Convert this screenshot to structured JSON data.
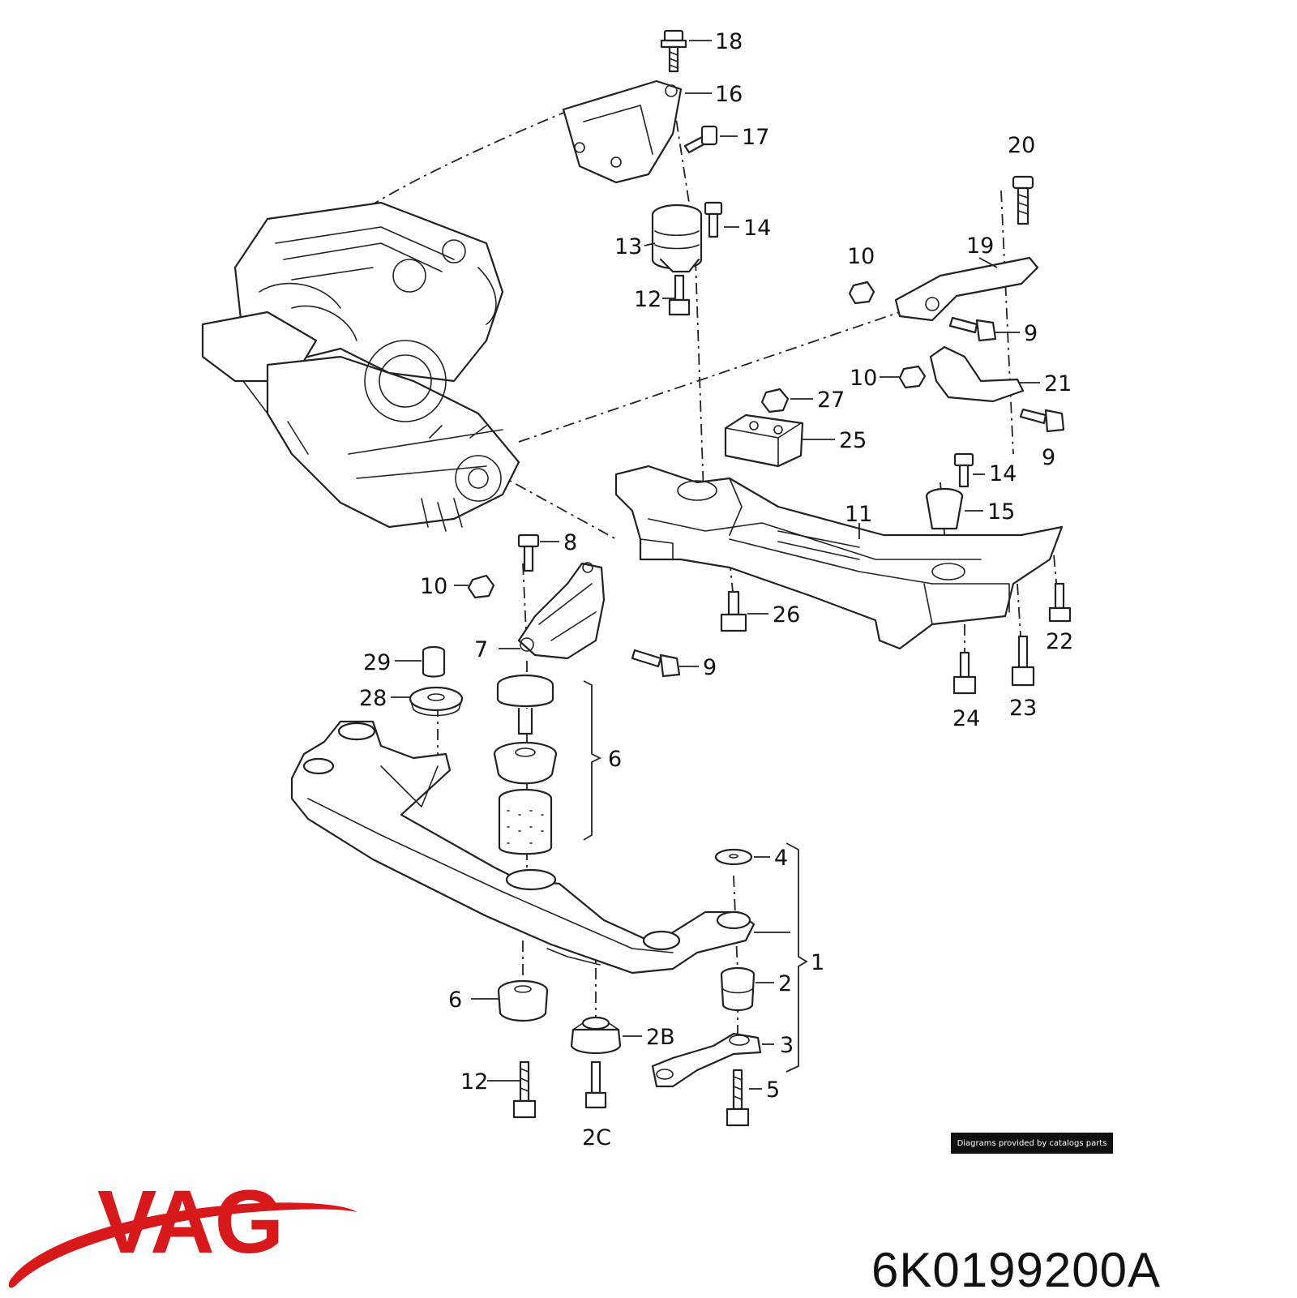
{
  "brand": {
    "name": "VAG",
    "color": "#d7191c"
  },
  "part_number": "6K0199200A",
  "credit": "Diagrams provided by catalogs parts",
  "callouts": [
    {
      "label": "18"
    },
    {
      "label": "16"
    },
    {
      "label": "17"
    },
    {
      "label": "20"
    },
    {
      "label": "14"
    },
    {
      "label": "13"
    },
    {
      "label": "19"
    },
    {
      "label": "10"
    },
    {
      "label": "12"
    },
    {
      "label": "9"
    },
    {
      "label": "10"
    },
    {
      "label": "21"
    },
    {
      "label": "27"
    },
    {
      "label": "25"
    },
    {
      "label": "9"
    },
    {
      "label": "14"
    },
    {
      "label": "15"
    },
    {
      "label": "11"
    },
    {
      "label": "8"
    },
    {
      "label": "10"
    },
    {
      "label": "26"
    },
    {
      "label": "22"
    },
    {
      "label": "7"
    },
    {
      "label": "9"
    },
    {
      "label": "29"
    },
    {
      "label": "24"
    },
    {
      "label": "23"
    },
    {
      "label": "28"
    },
    {
      "label": "6"
    },
    {
      "label": "4"
    },
    {
      "label": "1"
    },
    {
      "label": "6"
    },
    {
      "label": "2"
    },
    {
      "label": "2B"
    },
    {
      "label": "3"
    },
    {
      "label": "12"
    },
    {
      "label": "5"
    },
    {
      "label": "2C"
    }
  ]
}
